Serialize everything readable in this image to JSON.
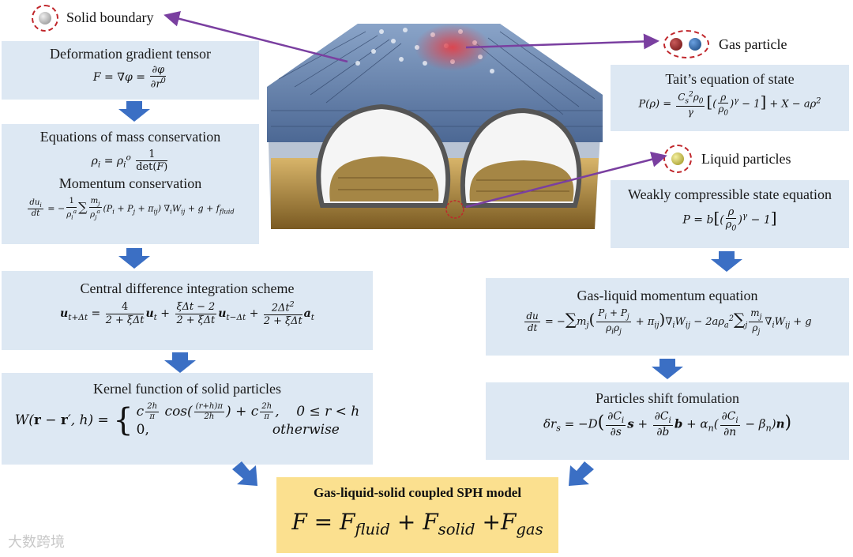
{
  "legend": {
    "solid_boundary": "Solid boundary",
    "gas_particle": "Gas particle",
    "liquid_particles": "Liquid particles"
  },
  "left_boxes": {
    "deformation": {
      "title": "Deformation gradient tensor",
      "equation": "F = ∇φ = ∂φ / ∂r⁰"
    },
    "mass": {
      "title": "Equations of mass conservation",
      "equation": "ρᵢ = ρᵢ⁰ · 1 / det(F)",
      "subtitle": "Momentum conservation",
      "equation2": "duᵢ/dt = −(1/ρᵢᵃ) Σ (mⱼ/ρⱼᵃ)(Pᵢ + Pⱼ + πᵢⱼ) ∇ᵢWᵢⱼ + g + f_fluid"
    },
    "central": {
      "title": "Central difference integration scheme",
      "equation": "u_{t+Δt} = 4/(2+ξΔt) u_t + (ξΔt−2)/(2+ξΔt) u_{t−Δt} + 2Δt²/(2+ξΔt) a_t"
    },
    "kernel": {
      "title": "Kernel function of solid particles",
      "equation": "W(r − r′, h) = { c(2h/π) cos((r+h)π/2h) + c(2h/π), 0 ≤ r < h ; 0, otherwise }"
    }
  },
  "right_boxes": {
    "tait": {
      "title": "Tait’s equation of state",
      "equation": "P(ρ) = (C_s² ρ₀ / γ) [ (ρ/ρ₀)^γ − 1 ] + X − aρ²"
    },
    "weak": {
      "title": "Weakly compressible state equation",
      "equation": "P = b [ (ρ/ρ₀)^γ − 1 ]"
    },
    "gasliquid": {
      "title": "Gas-liquid momentum equation",
      "equation": "du/dt = −Σ mⱼ ((Pᵢ + Pⱼ)/(ρᵢρⱼ) + πᵢⱼ) ∇ᵢWᵢⱼ − 2aρₐ² Σⱼ (mⱼ/ρⱼ) ∇ᵢWᵢⱼ + g"
    },
    "shift": {
      "title": "Particles shift fomulation",
      "equation": "δr_s = −D ( ∂Cᵢ/∂s s + ∂Cᵢ/∂b b + αₙ(∂Cᵢ/∂n − βₙ) n )"
    }
  },
  "final": {
    "title": "Gas-liquid-solid coupled SPH model",
    "equation": "F = F_fluid + F_solid + F_gas"
  },
  "watermark": "大数跨境",
  "colors": {
    "box_fill": "#dde8f3",
    "final_fill": "#fbe08f",
    "flow_arrow": "#3b6fc4",
    "pointer_arrow": "#7a3fa0",
    "dashed_ring": "#c0262b"
  }
}
